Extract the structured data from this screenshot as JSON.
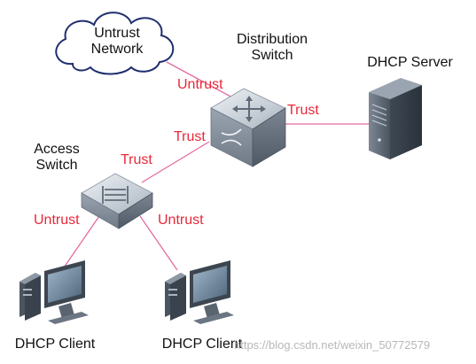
{
  "nodes": {
    "untrust_network": [
      "Untrust",
      "Network"
    ],
    "distribution_switch": [
      "Distribution",
      "Switch"
    ],
    "dhcp_server": "DHCP Server",
    "access_switch": [
      "Access",
      "Switch"
    ],
    "dhcp_client_left": "DHCP Client",
    "dhcp_client_right": "DHCP Client"
  },
  "ports": {
    "dist_to_network": "Untrust",
    "dist_to_server": "Trust",
    "dist_to_access": "Trust",
    "access_to_dist": "Trust",
    "access_to_client_left": "Untrust",
    "access_to_client_right": "Untrust"
  },
  "watermark": "https://blog.csdn.net/weixin_50772579",
  "colors": {
    "link": "#e46aa2",
    "port_label": "#e8283a",
    "switch_body": "#b9c2cc",
    "server_body": "#5b6572"
  }
}
